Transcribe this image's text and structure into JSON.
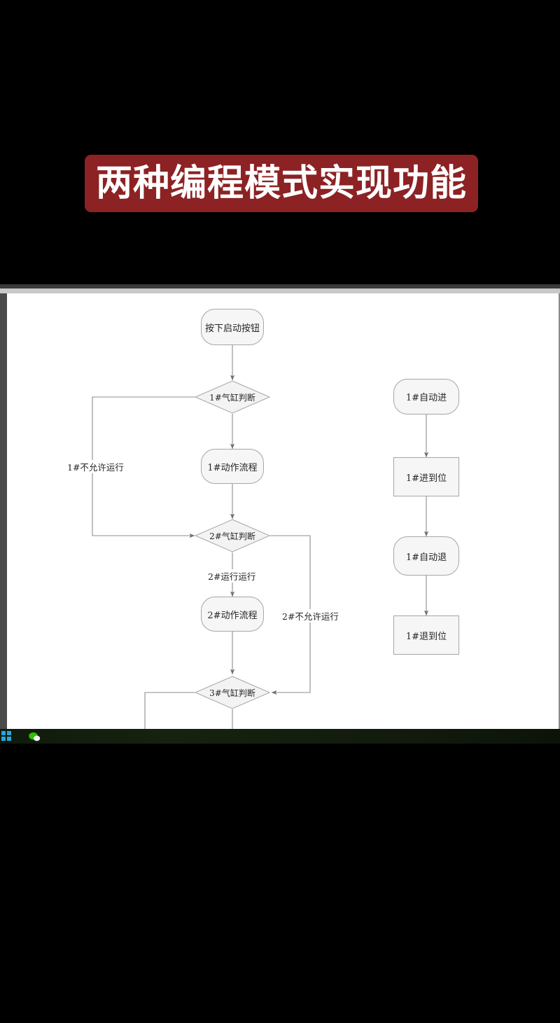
{
  "banner": {
    "title": "两种编程模式实现功能",
    "bg_color": "#8c2224",
    "text_color": "#ffffff"
  },
  "window": {
    "background": "#ffffff",
    "chrome_color": "#3a3a3a"
  },
  "taskbar": {
    "background": "#15200f",
    "icons": [
      {
        "name": "windows-start-icon",
        "color": "#22a7e0"
      },
      {
        "name": "wechat-icon",
        "color": "#2dc100"
      }
    ]
  },
  "diagram": {
    "type": "flowchart",
    "title": "两种编程模式实现功能",
    "left_flow": {
      "nodes": [
        {
          "id": "start",
          "label": "按下启动按钮",
          "shape": "rounded-rect"
        },
        {
          "id": "d1",
          "label": "1#气缸判断",
          "shape": "diamond"
        },
        {
          "id": "p1",
          "label": "1#动作流程",
          "shape": "rounded-rect"
        },
        {
          "id": "d2",
          "label": "2#气缸判断",
          "shape": "diamond"
        },
        {
          "id": "p2",
          "label": "2#动作流程",
          "shape": "rounded-rect"
        },
        {
          "id": "d3",
          "label": "3#气缸判断",
          "shape": "diamond"
        }
      ],
      "edge_labels": [
        {
          "id": "e1",
          "label": "1#不允许运行"
        },
        {
          "id": "e2",
          "label": "2#运行运行"
        },
        {
          "id": "e3",
          "label": "2#不允许运行"
        }
      ]
    },
    "right_flow": {
      "nodes": [
        {
          "id": "r1",
          "label": "1#自动进",
          "shape": "rounded-rect"
        },
        {
          "id": "r2",
          "label": "1#进到位",
          "shape": "rect"
        },
        {
          "id": "r3",
          "label": "1#自动退",
          "shape": "rounded-rect"
        },
        {
          "id": "r4",
          "label": "1#退到位",
          "shape": "rect"
        }
      ]
    },
    "style": {
      "node_fill": "#f6f6f6",
      "node_stroke": "#a6a6a6",
      "edge_stroke": "#7a7a7a",
      "text_color": "#262626"
    }
  }
}
